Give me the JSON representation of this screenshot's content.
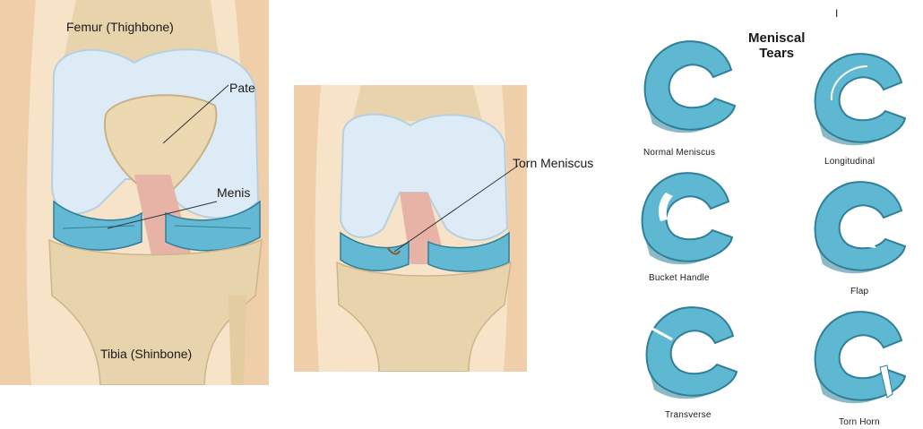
{
  "knee_normal": {
    "femur_label": "Femur (Thighbone)",
    "patella_label": "Pate",
    "meniscus_label": "Menis",
    "tibia_label": "Tibia (Shinbone)"
  },
  "knee_torn": {
    "torn_label": "Torn Meniscus"
  },
  "tears": {
    "heading_line1": "Meniscal",
    "heading_line2": "Tears",
    "corner_mark": "I",
    "items": [
      {
        "label": "Normal Meniscus",
        "tear": "none"
      },
      {
        "label": "Longitudinal",
        "tear": "longitudinal"
      },
      {
        "label": "Bucket Handle",
        "tear": "bucket-handle"
      },
      {
        "label": "Flap",
        "tear": "flap"
      },
      {
        "label": "Transverse",
        "tear": "transverse"
      },
      {
        "label": "Torn Horn",
        "tear": "horn"
      }
    ]
  },
  "colors": {
    "bone": "#e9d6b0",
    "cartilage": "#dcecf6",
    "meniscus": "#5fb8d2",
    "meniscus_dark": "#2f7f99",
    "ligament": "#e8b4a8",
    "skin": "#f3d9bb"
  }
}
